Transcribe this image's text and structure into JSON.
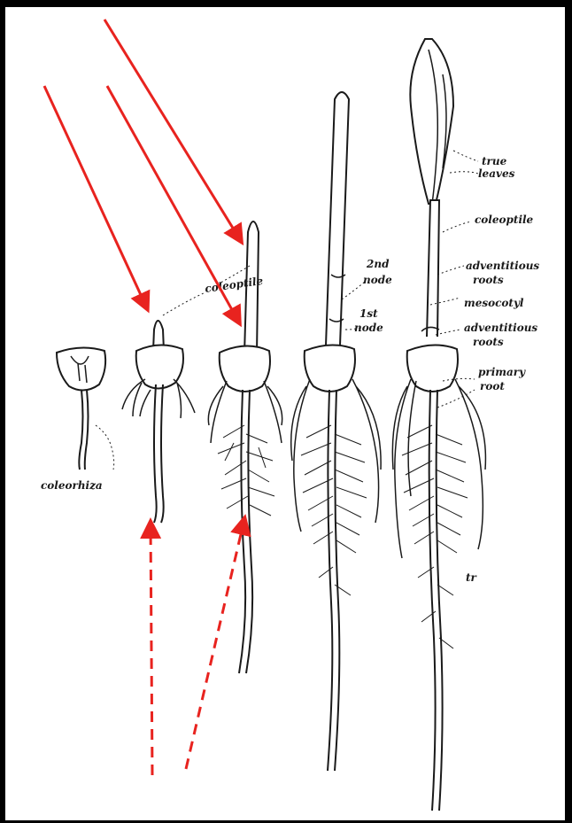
{
  "labels": {
    "true": "true",
    "leaves": "leaves",
    "coleoptile_right": "coleoptile",
    "second_node_a": "2nd",
    "second_node_b": "node",
    "adventitious_upper_a": "adventitious",
    "adventitious_upper_b": "roots",
    "first_node_a": "1st",
    "first_node_b": "node",
    "mesocotyl": "mesocotyl",
    "adventitious_lower_a": "adventitious",
    "adventitious_lower_b": "roots",
    "primary_a": "primary",
    "primary_b": "root",
    "coleoptile_mid": "coleoptile",
    "coleorhiza": "coleorhiza",
    "tr": "tr"
  },
  "colors": {
    "ink": "#1a1a1a",
    "arrow": "#e8231f",
    "paper": "#ffffff",
    "frame": "#000000"
  }
}
